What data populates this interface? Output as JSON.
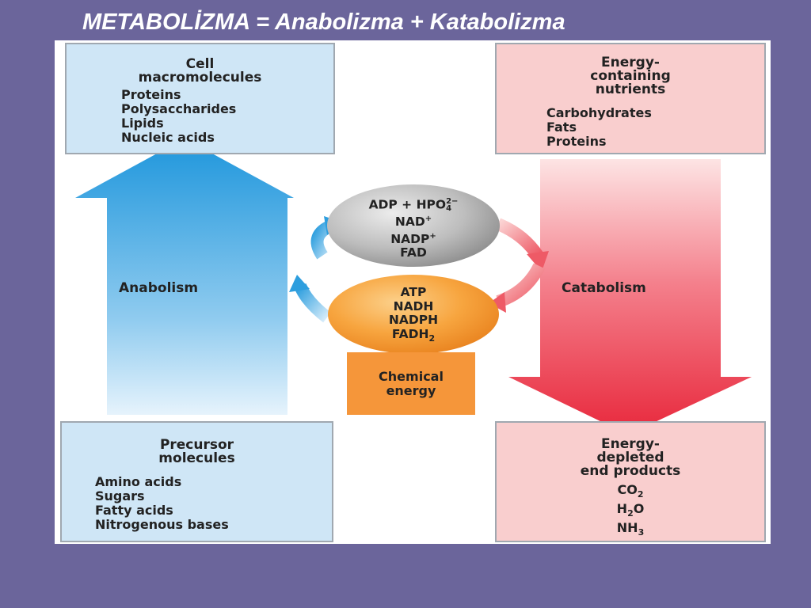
{
  "title": "METABOLİZMA = Anabolizma  +  Katabolizma",
  "cell_macromolecules": {
    "heading": [
      "Cell",
      "macromolecules"
    ],
    "items": [
      "Proteins",
      "Polysaccharides",
      "Lipids",
      "Nucleic acids"
    ]
  },
  "energy_nutrients": {
    "heading": [
      "Energy-",
      "containing",
      "nutrients"
    ],
    "items": [
      "Carbohydrates",
      "Fats",
      "Proteins"
    ]
  },
  "precursor": {
    "heading": [
      "Precursor",
      "molecules"
    ],
    "items": [
      "Amino acids",
      "Sugars",
      "Fatty acids",
      "Nitrogenous bases"
    ]
  },
  "end_products": {
    "heading": [
      "Energy-",
      "depleted",
      "end products"
    ],
    "items": [
      "CO",
      "H",
      "O",
      "NH"
    ]
  },
  "low_energy": {
    "line1a": "ADP + HPO",
    "line1_sup": "2−",
    "line1_sub": "4",
    "line2": "NAD",
    "line2_sup": "+",
    "line3": "NADP",
    "line3_sup": "+",
    "line4": "FAD"
  },
  "high_energy": {
    "line1": "ATP",
    "line2": "NADH",
    "line3": "NADPH",
    "line4": "FADH",
    "line4_sub": "2"
  },
  "chemical_energy": [
    "Chemical",
    "energy"
  ],
  "anabolism_label": "Anabolism",
  "catabolism_label": "Catabolism",
  "subscripts": {
    "co2": "2",
    "h2o": "2",
    "nh3": "3"
  },
  "colors": {
    "background": "#6b659b",
    "anabolism_blue": "#1e96dc",
    "catabolism_red": "#e8283c",
    "energy_orange": "#f5963a",
    "blue_box": "#cfe6f6",
    "pink_box": "#f9cece"
  }
}
